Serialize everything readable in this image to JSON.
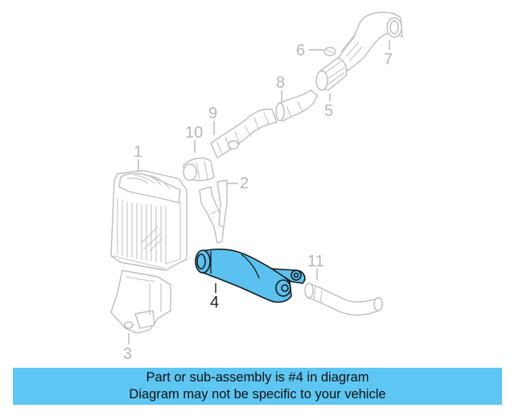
{
  "diagram": {
    "callouts": [
      {
        "id": "1",
        "label": "1"
      },
      {
        "id": "2",
        "label": "2"
      },
      {
        "id": "3",
        "label": "3"
      },
      {
        "id": "4",
        "label": "4",
        "highlighted": true
      },
      {
        "id": "5",
        "label": "5"
      },
      {
        "id": "6",
        "label": "6"
      },
      {
        "id": "7",
        "label": "7"
      },
      {
        "id": "8",
        "label": "8"
      },
      {
        "id": "9",
        "label": "9"
      },
      {
        "id": "10",
        "label": "10"
      },
      {
        "id": "11",
        "label": "11"
      }
    ],
    "colors": {
      "highlight_fill": "#5bc2ef",
      "ghost_stroke": "#bdbdbd",
      "label_gray": "#b7b7b7",
      "label_dark": "#222222"
    }
  },
  "banner": {
    "line1": "Part or sub-assembly is #4 in diagram",
    "line2": "Diagram may not be specific to your vehicle",
    "background": "#5ec6f2"
  }
}
